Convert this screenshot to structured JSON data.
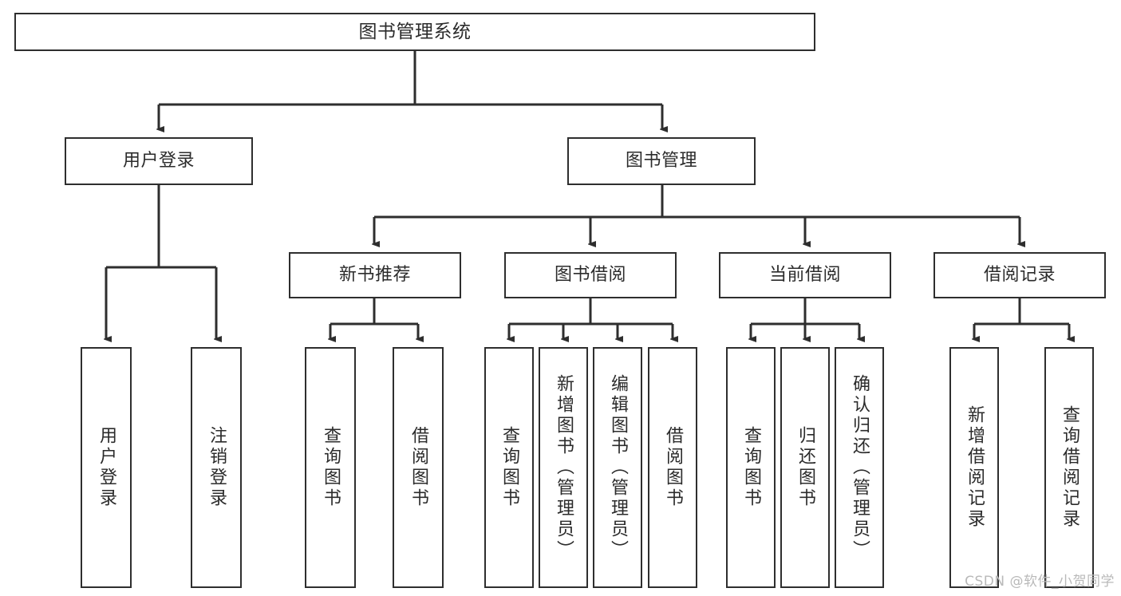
{
  "diagram": {
    "type": "tree",
    "title": "图书管理系统",
    "orientation": "top-down",
    "colors": {
      "background": "#ffffff",
      "box_fill": "#ffffff",
      "box_border": "#2e2e2e",
      "connector": "#2e2e2e",
      "text": "#2b2b2b",
      "watermark": "#b9b9b9"
    },
    "nodes": {
      "root": {
        "label": "图书管理系统",
        "level": 1
      },
      "user_login": {
        "label": "用户登录",
        "level": 2
      },
      "book_mgmt": {
        "label": "图书管理",
        "level": 2
      },
      "new_book_rec": {
        "label": "新书推荐",
        "level": 3
      },
      "book_borrow": {
        "label": "图书借阅",
        "level": 3
      },
      "current_borrow": {
        "label": "当前借阅",
        "level": 3
      },
      "borrow_record": {
        "label": "借阅记录",
        "level": 3
      },
      "leaf_user_login": {
        "label": "用户登录",
        "level": 3
      },
      "leaf_logout": {
        "label": "注销登录",
        "level": 3
      },
      "leaf_query_book_1": {
        "label": "查询图书",
        "level": 4
      },
      "leaf_borrow_book_1": {
        "label": "借阅图书",
        "level": 4
      },
      "leaf_query_book_2": {
        "label": "查询图书",
        "level": 4
      },
      "leaf_add_book": {
        "label": "新增图书（管理员）",
        "level": 4
      },
      "leaf_edit_book": {
        "label": "编辑图书（管理员）",
        "level": 4
      },
      "leaf_borrow_book_2": {
        "label": "借阅图书",
        "level": 4
      },
      "leaf_query_book_3": {
        "label": "查询图书",
        "level": 4
      },
      "leaf_return_book": {
        "label": "归还图书",
        "level": 4
      },
      "leaf_confirm_return": {
        "label": "确认归还（管理员）",
        "level": 4
      },
      "leaf_add_record": {
        "label": "新增借阅记录",
        "level": 4
      },
      "leaf_query_record": {
        "label": "查询借阅记录",
        "level": 4
      }
    },
    "edges": [
      {
        "from": "root",
        "to": "user_login"
      },
      {
        "from": "root",
        "to": "book_mgmt"
      },
      {
        "from": "user_login",
        "to": "leaf_user_login"
      },
      {
        "from": "user_login",
        "to": "leaf_logout"
      },
      {
        "from": "book_mgmt",
        "to": "new_book_rec"
      },
      {
        "from": "book_mgmt",
        "to": "book_borrow"
      },
      {
        "from": "book_mgmt",
        "to": "current_borrow"
      },
      {
        "from": "book_mgmt",
        "to": "borrow_record"
      },
      {
        "from": "new_book_rec",
        "to": "leaf_query_book_1"
      },
      {
        "from": "new_book_rec",
        "to": "leaf_borrow_book_1"
      },
      {
        "from": "book_borrow",
        "to": "leaf_query_book_2"
      },
      {
        "from": "book_borrow",
        "to": "leaf_add_book"
      },
      {
        "from": "book_borrow",
        "to": "leaf_edit_book"
      },
      {
        "from": "book_borrow",
        "to": "leaf_borrow_book_2"
      },
      {
        "from": "current_borrow",
        "to": "leaf_query_book_3"
      },
      {
        "from": "current_borrow",
        "to": "leaf_return_book"
      },
      {
        "from": "current_borrow",
        "to": "leaf_confirm_return"
      },
      {
        "from": "borrow_record",
        "to": "leaf_add_record"
      },
      {
        "from": "borrow_record",
        "to": "leaf_query_record"
      }
    ]
  },
  "watermark": {
    "text": "CSDN @软件_小贺同学"
  }
}
